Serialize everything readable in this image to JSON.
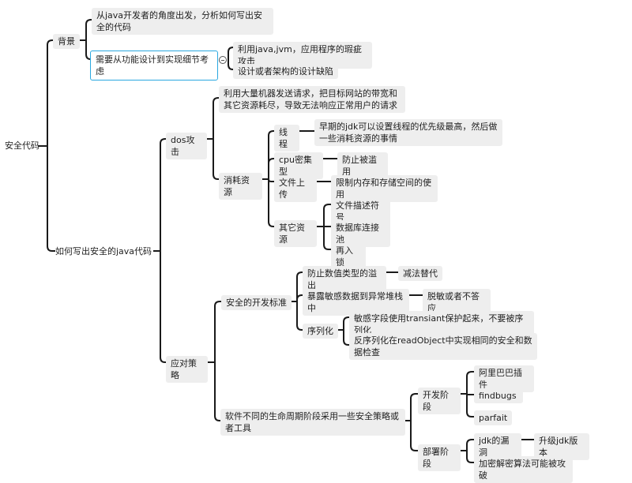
{
  "root": "安全代码",
  "background": {
    "label": "背景",
    "items": [
      "从java开发者的角度出发，分析如何写出安全的代码",
      "需要从功能设计到实现细节考虑"
    ],
    "sub": [
      "利用java,jvm，应用程序的瑕疵攻击",
      "设计或者架构的设计缺陷"
    ]
  },
  "how": {
    "label": "如何写出安全的java代码",
    "dos": {
      "label": "dos攻击",
      "desc": "利用大量机器发送请求，把目标网站的带宽和其它资源耗尽，导致无法响应正常用户的请求",
      "consume": {
        "label": "消耗资源",
        "thread": "线程",
        "thread_desc": "早期的jdk可以设置线程的优先级最高，然后做一些消耗资源的事情",
        "cpu": "cpu密集型",
        "cpu_desc": "防止被滥用",
        "upload": "文件上传",
        "upload_desc": "限制内存和存储空间的使用",
        "other": "其它资源",
        "other_items": [
          "文件描述符号",
          "数据库连接池",
          "再入锁"
        ]
      }
    },
    "strategy": {
      "label": "应对策略",
      "std": {
        "label": "安全的开发标准",
        "overflow": "防止数值类型的溢出",
        "overflow_fix": "减法替代",
        "expose": "暴露敏感数据到异常堆栈中",
        "expose_fix": "脱敏或者不答应",
        "serial": "序列化",
        "serial_items": [
          "敏感字段使用transiant保护起来，不要被序列化",
          "反序列化在readObject中实现相同的安全和数据检查"
        ]
      },
      "lifecycle": {
        "label": "软件不同的生命周期阶段采用一些安全策略或者工具",
        "dev": "开发阶段",
        "dev_items": [
          "阿里巴巴插件",
          "findbugs",
          "parfait"
        ],
        "deploy": "部署阶段",
        "jdk": "jdk的漏洞",
        "jdk_fix": "升级jdk版本",
        "crypto": "加密解密算法可能被攻破"
      }
    }
  }
}
